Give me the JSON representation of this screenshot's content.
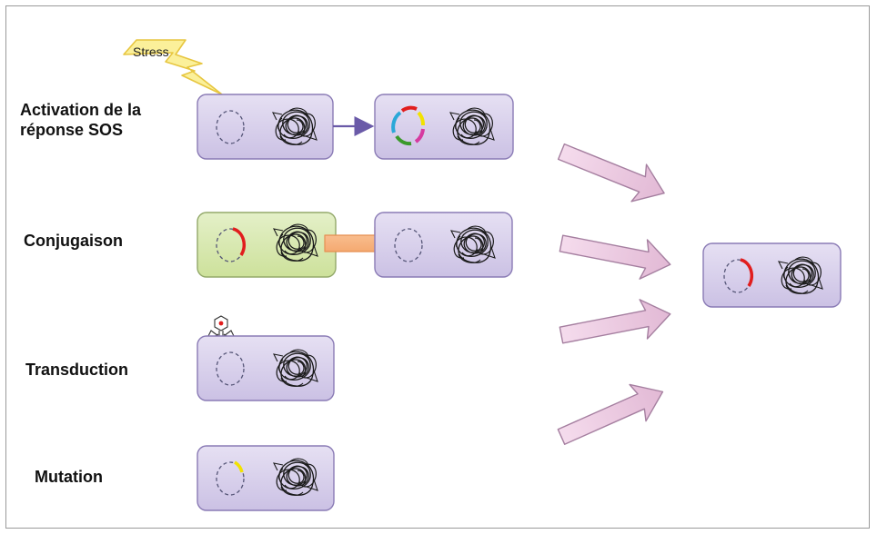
{
  "labels": {
    "activation_line1": "Activation de la",
    "activation_line2": "réponse SOS",
    "conjugaison": "Conjugaison",
    "transduction": "Transduction",
    "mutation": "Mutation",
    "stress": "Stress"
  },
  "colors": {
    "cell_fill": "#d9d2ec",
    "cell_border": "#8a7bb5",
    "donor_cell_fill": "#d6e8b0",
    "donor_cell_border": "#93a96a",
    "plasmid_outline": "#555577",
    "gene_red": "#e11d1d",
    "gene_yellow": "#f2e200",
    "sos_arrow": "#6a5aa8",
    "conjugation_arrow": "#f6b07a",
    "converge_arrow_fill": "#ecc9e2",
    "converge_arrow_border": "#a57fa0",
    "stress_bolt_fill": "#fbf09a",
    "stress_bolt_border": "#e7c640"
  },
  "icons": {
    "chromosome": "tangled-chromosome-icon",
    "plasmid": "dashed-plasmid-circle",
    "phage": "bacteriophage-icon",
    "lightning": "lightning-bolt-icon"
  }
}
